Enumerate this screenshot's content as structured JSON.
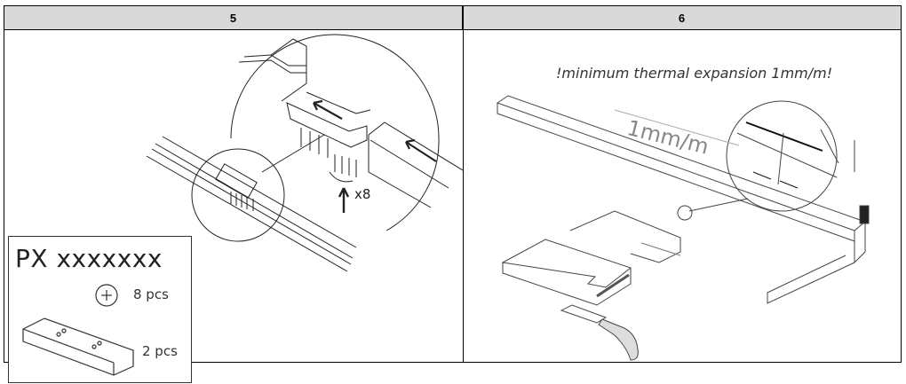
{
  "table": {
    "headers": [
      "5",
      "6"
    ]
  },
  "step5": {
    "kit_code": "PX xxxxxxx",
    "screw_qty": "8 pcs",
    "connector_qty": "2 pcs",
    "screw_count_label": "x8"
  },
  "step6": {
    "note": "!minimum thermal expansion 1mm/m!",
    "gap_label": "1mm/m"
  }
}
